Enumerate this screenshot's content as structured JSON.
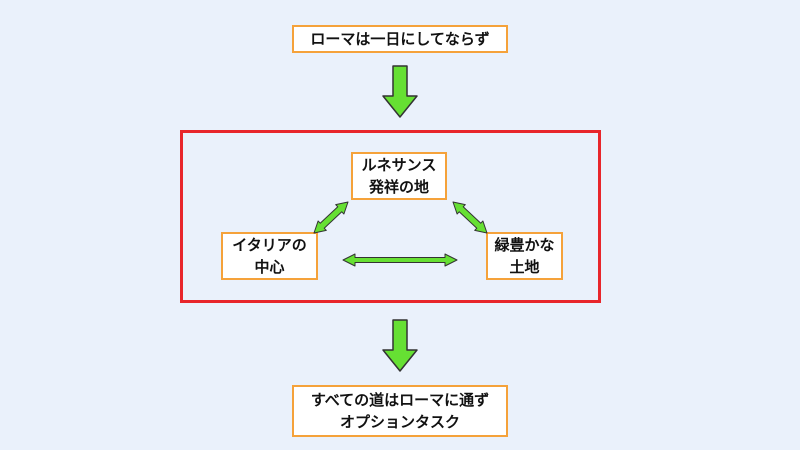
{
  "diagram": {
    "top_box": {
      "lines": [
        "ローマは一日にしてならず"
      ]
    },
    "frame": {
      "nodes": {
        "renaissance": {
          "lines": [
            "ルネサンス",
            "発祥の地"
          ]
        },
        "italy_center": {
          "lines": [
            "イタリアの",
            "中心"
          ]
        },
        "green_land": {
          "lines": [
            "緑豊かな",
            "土地"
          ]
        }
      }
    },
    "bottom_box": {
      "lines": [
        "すべての道はローマに通ず",
        "オプションタスク"
      ]
    },
    "colors": {
      "background": "#eaf1fb",
      "box_border": "#f5a23a",
      "frame_border": "#e8262b",
      "arrow_fill": "#66e033",
      "arrow_stroke": "#333333"
    }
  }
}
